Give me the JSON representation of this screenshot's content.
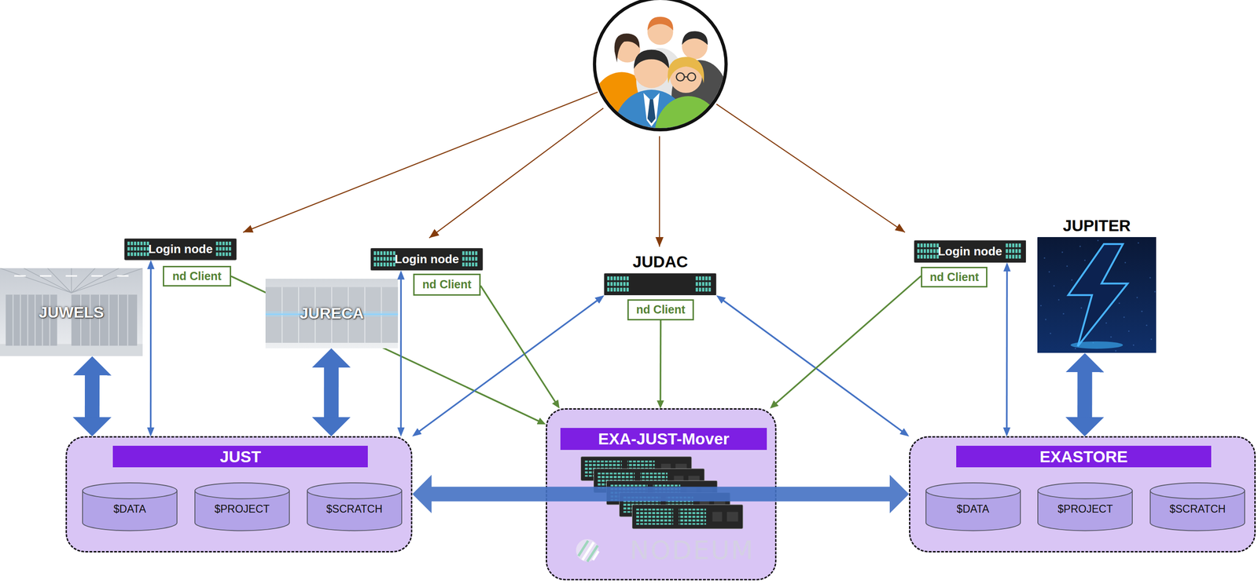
{
  "diagram": {
    "nodes": [
      {
        "text": [
          "JUWELS"
        ]
      },
      {
        "text": [
          "Login node"
        ]
      },
      {
        "text": [
          "nd Client"
        ]
      },
      {
        "text": [
          "JURECA"
        ]
      },
      {
        "text": [
          "Login node"
        ]
      },
      {
        "text": [
          "nd Client"
        ]
      },
      {
        "text": [
          "JUDAC"
        ]
      },
      {
        "text": [
          "nd Client"
        ]
      },
      {
        "text": [
          "Login node"
        ]
      },
      {
        "text": [
          "nd Client"
        ]
      },
      {
        "text": [
          "JUPITER"
        ]
      },
      {
        "text": [
          "JUST"
        ]
      },
      {
        "text": [
          "$DATA"
        ],
        "in": 11
      },
      {
        "text": [
          "$PROJECT"
        ],
        "in": 11
      },
      {
        "text": [
          "$SCRATCH"
        ],
        "in": 11
      },
      {
        "text": [
          "EXA-JUST-Mover"
        ]
      },
      {
        "text": [
          "EXASTORE"
        ]
      },
      {
        "text": [
          "$DATA"
        ],
        "in": 16
      },
      {
        "text": [
          "$PROJECT"
        ],
        "in": 16
      },
      {
        "text": [
          "$SCRATCH"
        ],
        "in": 16
      }
    ],
    "edges": [
      {
        "from": 1,
        "to": 11,
        "arrow": "both"
      },
      {
        "from": 4,
        "to": 11,
        "arrow": "both"
      },
      {
        "from": 6,
        "to": 11,
        "arrow": "both"
      },
      {
        "from": 6,
        "to": 16,
        "arrow": "both"
      },
      {
        "from": 8,
        "to": 16,
        "arrow": "both"
      },
      {
        "from": 0,
        "to": 11,
        "arrow": "both"
      },
      {
        "from": 3,
        "to": 11,
        "arrow": "both"
      },
      {
        "from": 10,
        "to": 16,
        "arrow": "both"
      },
      {
        "from": 11,
        "to": 16,
        "arrow": "both"
      },
      {
        "from": 2,
        "to": 15,
        "arrow": "to"
      },
      {
        "from": 5,
        "to": 15,
        "arrow": "to"
      },
      {
        "from": 7,
        "to": 15,
        "arrow": "to"
      },
      {
        "from": 9,
        "to": 15,
        "arrow": "to"
      }
    ],
    "labels": [
      "NODEUM"
    ]
  }
}
